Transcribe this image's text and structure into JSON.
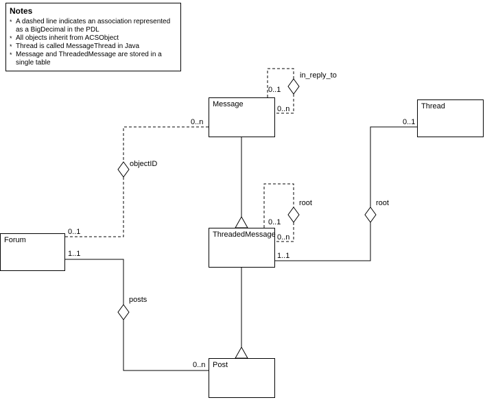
{
  "notes": {
    "title": "Notes",
    "bullet": "*",
    "items": [
      "A dashed line indicates an association represented as a BigDecimal in the PDL",
      "All objects inherit from ACSObject",
      "Thread is called MessageThread in Java",
      "Message and ThreadedMessage are stored in a single table"
    ]
  },
  "entities": {
    "message": "Message",
    "thread": "Thread",
    "forum": "Forum",
    "threaded_message": "ThreadedMessage",
    "post": "Post"
  },
  "labels": {
    "in_reply_to": {
      "name": "in_reply_to",
      "m_top": "0..1",
      "m_side": "0..n"
    },
    "object_id": {
      "name": "objectID",
      "m_message": "0..n",
      "m_forum": "0..1"
    },
    "thread_root": {
      "name": "root",
      "m_thread": "0..1",
      "m_threaded": "1..1"
    },
    "threaded_root": {
      "name": "root",
      "m_top": "0..1",
      "m_side": "0..n"
    },
    "posts": {
      "name": "posts",
      "m_forum": "1..1",
      "m_post": "0..n"
    }
  }
}
